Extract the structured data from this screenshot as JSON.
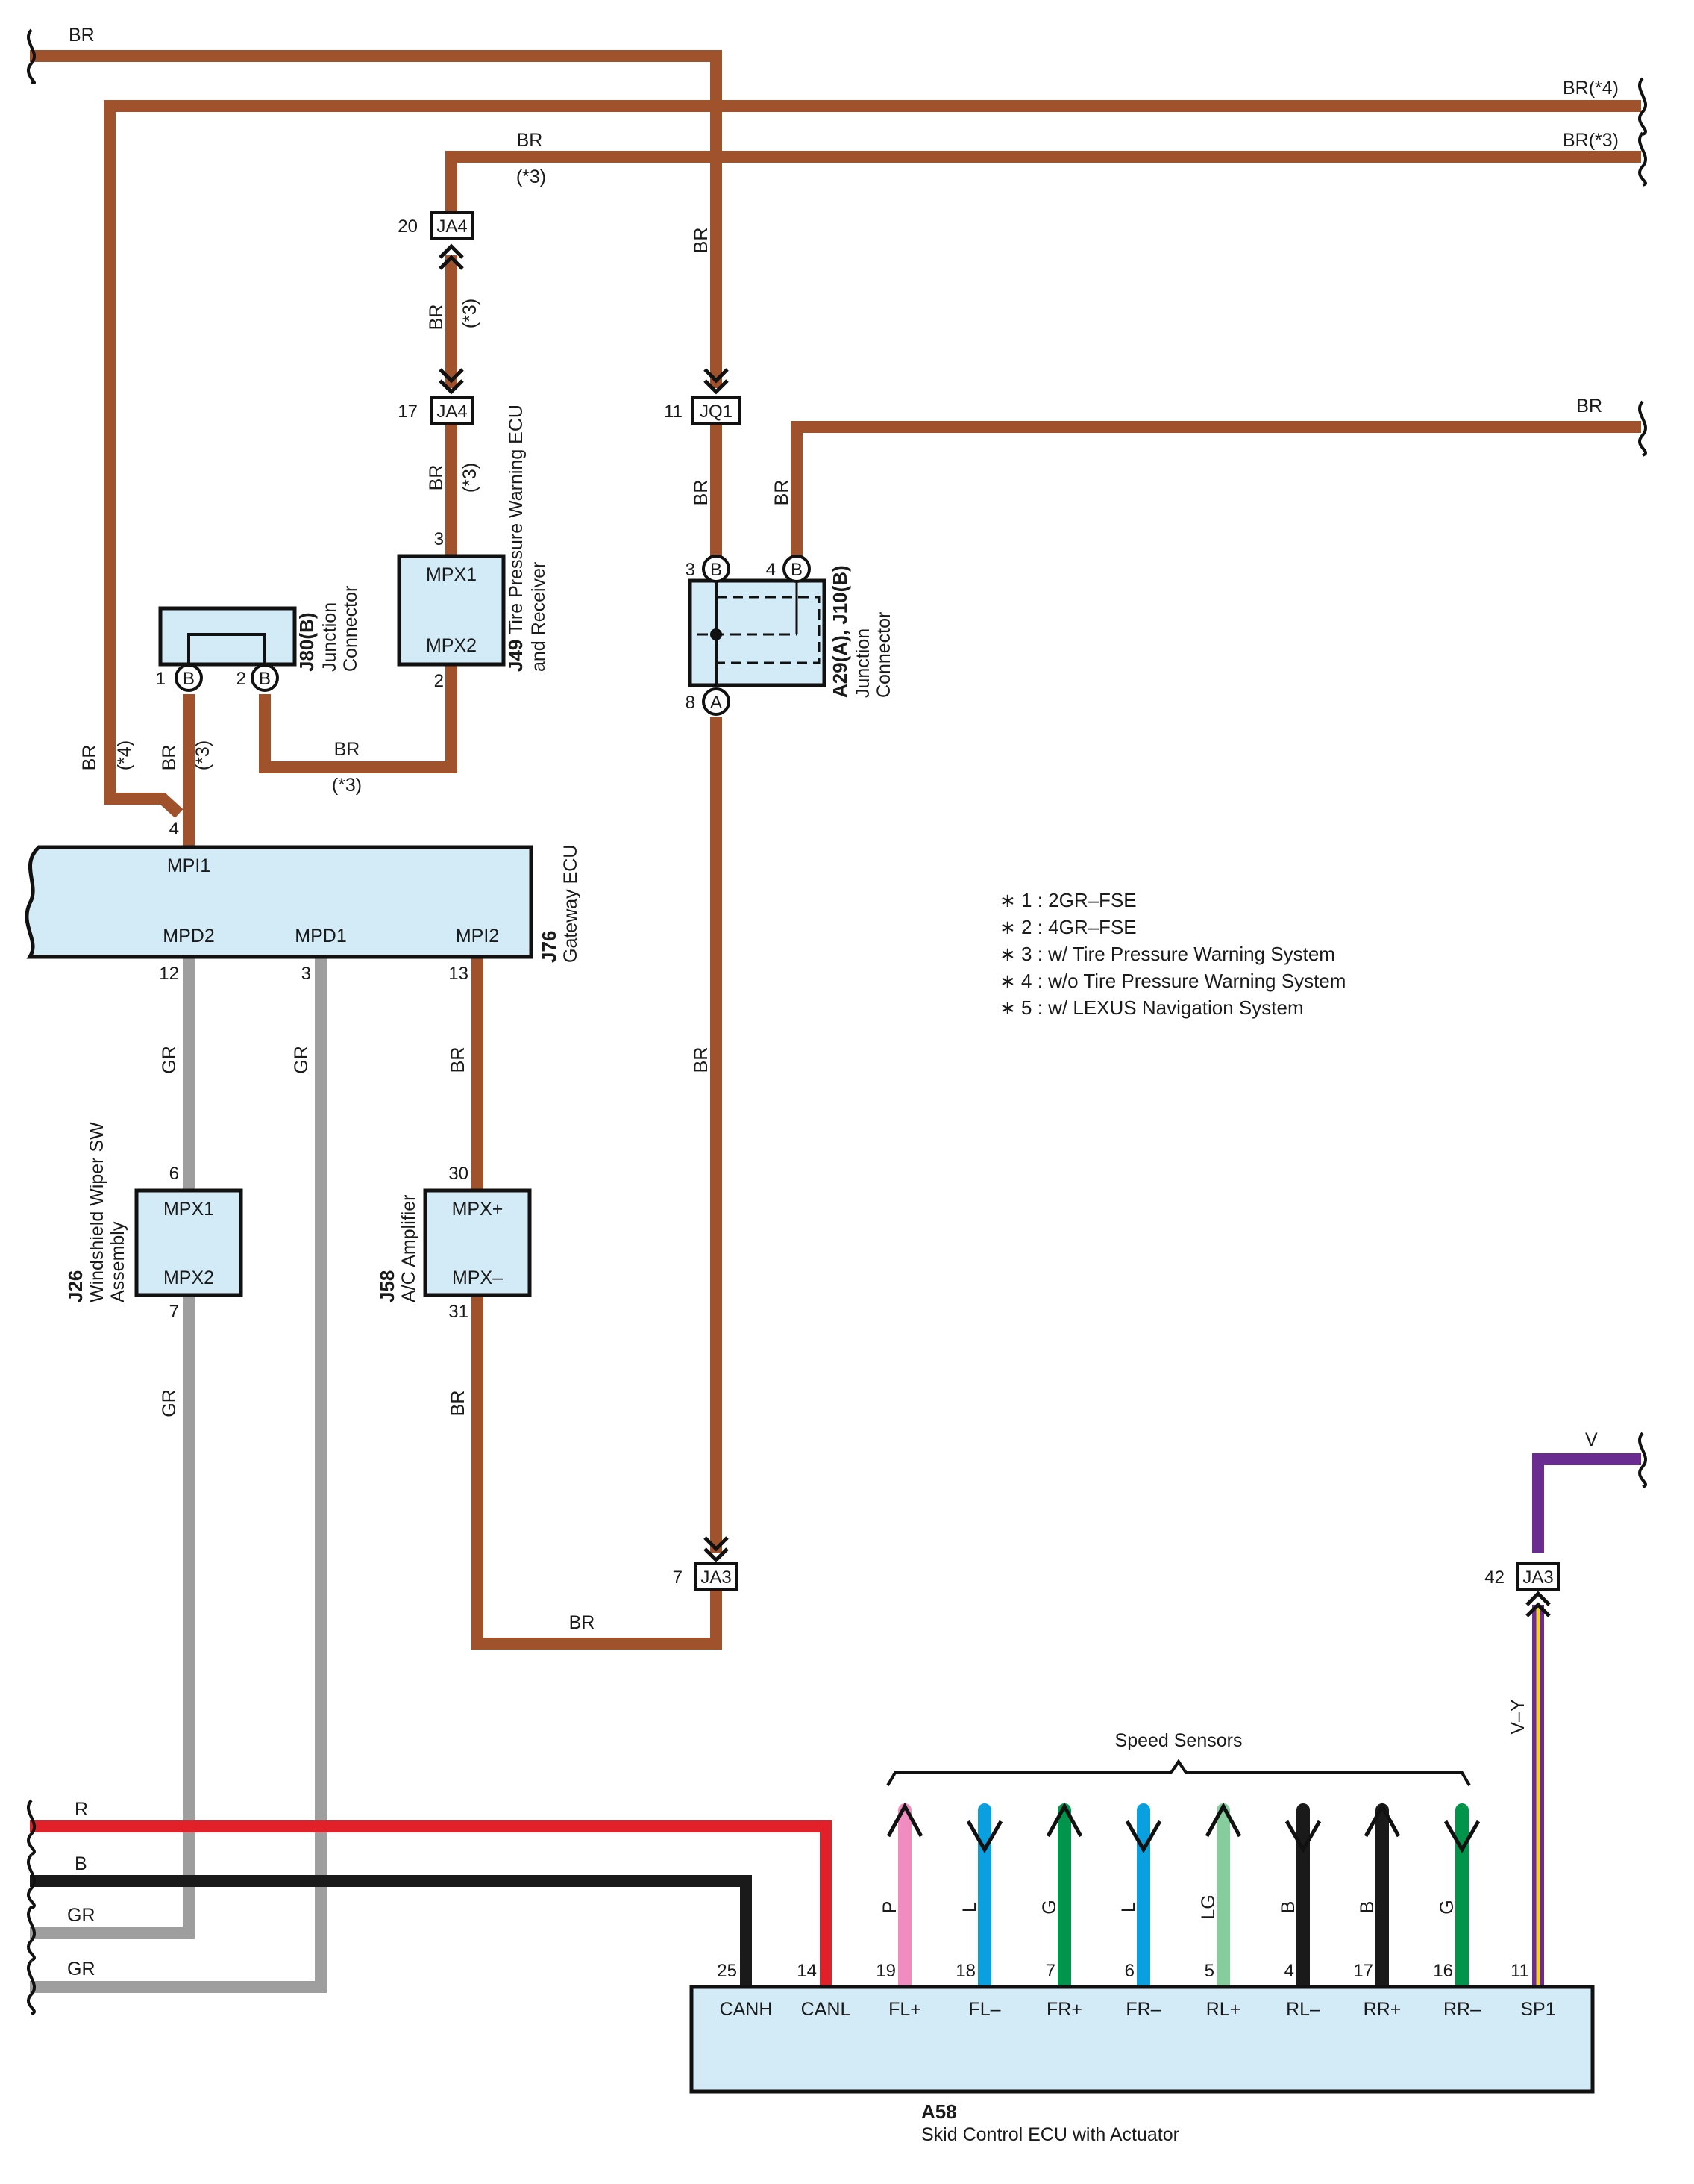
{
  "colors": {
    "BR": "#a0522d",
    "GR": "#9e9e9e",
    "R": "#e2202a",
    "B": "#1a1a1a",
    "V": "#6a2c91",
    "P": "#f08cc0",
    "L": "#0aa0e0",
    "G": "#00954a",
    "LG": "#86cc9c",
    "Y": "#f2d21b",
    "box": "#d3ebf7"
  },
  "wires": {
    "br_top": "BR",
    "br4": "BR(*4)",
    "br3": "BR(*3)",
    "br_a": "BR",
    "br_a_note": "(*3)",
    "br_v1": "BR",
    "br_v1_note": "(*3)",
    "br_v2": "BR",
    "br_v2_note": "(*3)",
    "br_jq1": "BR",
    "br_jq1_low": "BR",
    "br_a29_4": "BR",
    "br_right": "BR",
    "br_left": "BR",
    "br_left_note": "(*4)",
    "br_j80_1": "BR",
    "br_j80_1_note": "(*3)",
    "br_j80_2": "BR",
    "br_j80_2_note": "(*3)",
    "br_long": "BR",
    "gr_12": "GR",
    "gr_3": "GR",
    "br_13": "BR",
    "gr_7": "GR",
    "br_31": "BR",
    "br_bottom": "BR",
    "v": "V",
    "vy": "V–Y",
    "r_left": "R",
    "b_left": "B",
    "gr_left1": "GR",
    "gr_left2": "GR"
  },
  "connectors": {
    "ja4_top": {
      "label": "JA4",
      "pin": "20"
    },
    "ja4_mid": {
      "label": "JA4",
      "pin": "17"
    },
    "jq1": {
      "label": "JQ1",
      "pin": "11"
    },
    "ja3_left": {
      "label": "JA3",
      "pin": "7"
    },
    "ja3_right": {
      "label": "JA3",
      "pin": "42"
    }
  },
  "j80": {
    "code": "J80(B)",
    "name_line1": "Junction",
    "name_line2": "Connector",
    "pin1": "1",
    "pin2": "2",
    "term1": "B",
    "term2": "B"
  },
  "j49": {
    "code": "J49",
    "name_line1": "Tire Pressure Warning ECU",
    "name_line2": "and Receiver",
    "mpx1": "MPX1",
    "mpx2": "MPX2",
    "pin3": "3",
    "pin2": "2"
  },
  "a29": {
    "code": "A29(A), J10(B)",
    "name_line1": "Junction",
    "name_line2": "Connector",
    "pin3": "3",
    "pin4": "4",
    "pin8": "8",
    "term3": "B",
    "term4": "B",
    "term8": "A"
  },
  "j76": {
    "code": "J76",
    "name": "Gateway ECU",
    "mpi1": "MPI1",
    "mpd2": "MPD2",
    "mpd1": "MPD1",
    "mpi2": "MPI2",
    "pin4": "4",
    "pin12": "12",
    "pin3": "3",
    "pin13": "13"
  },
  "j26": {
    "code": "J26",
    "name_line1": "Windshield Wiper SW",
    "name_line2": "Assembly",
    "mpx1": "MPX1",
    "mpx2": "MPX2",
    "pin6": "6",
    "pin7": "7"
  },
  "j58": {
    "code": "J58",
    "name": "A/C Amplifier",
    "mpxp": "MPX+",
    "mpxm": "MPX–",
    "pin30": "30",
    "pin31": "31"
  },
  "a58": {
    "code": "A58",
    "name": "Skid Control ECU with Actuator",
    "terminals": [
      {
        "pin": "25",
        "label": "CANH"
      },
      {
        "pin": "14",
        "label": "CANL"
      },
      {
        "pin": "19",
        "label": "FL+"
      },
      {
        "pin": "18",
        "label": "FL–"
      },
      {
        "pin": "7",
        "label": "FR+"
      },
      {
        "pin": "6",
        "label": "FR–"
      },
      {
        "pin": "5",
        "label": "RL+"
      },
      {
        "pin": "4",
        "label": "RL–"
      },
      {
        "pin": "17",
        "label": "RR+"
      },
      {
        "pin": "16",
        "label": "RR–"
      },
      {
        "pin": "11",
        "label": "SP1"
      }
    ]
  },
  "speed_sensors": {
    "title": "Speed Sensors",
    "wires": [
      {
        "color": "P",
        "dir": "up"
      },
      {
        "color": "L",
        "dir": "down"
      },
      {
        "color": "G",
        "dir": "up"
      },
      {
        "color": "L",
        "dir": "down"
      },
      {
        "color": "LG",
        "dir": "up"
      },
      {
        "color": "B",
        "dir": "down"
      },
      {
        "color": "B",
        "dir": "up"
      },
      {
        "color": "G",
        "dir": "down"
      }
    ]
  },
  "notes": [
    "∗ 1 : 2GR–FSE",
    "∗ 2 : 4GR–FSE",
    "∗ 3 : w/ Tire Pressure Warning System",
    "∗ 4 : w/o Tire Pressure Warning System",
    "∗ 5 : w/ LEXUS Navigation System"
  ]
}
